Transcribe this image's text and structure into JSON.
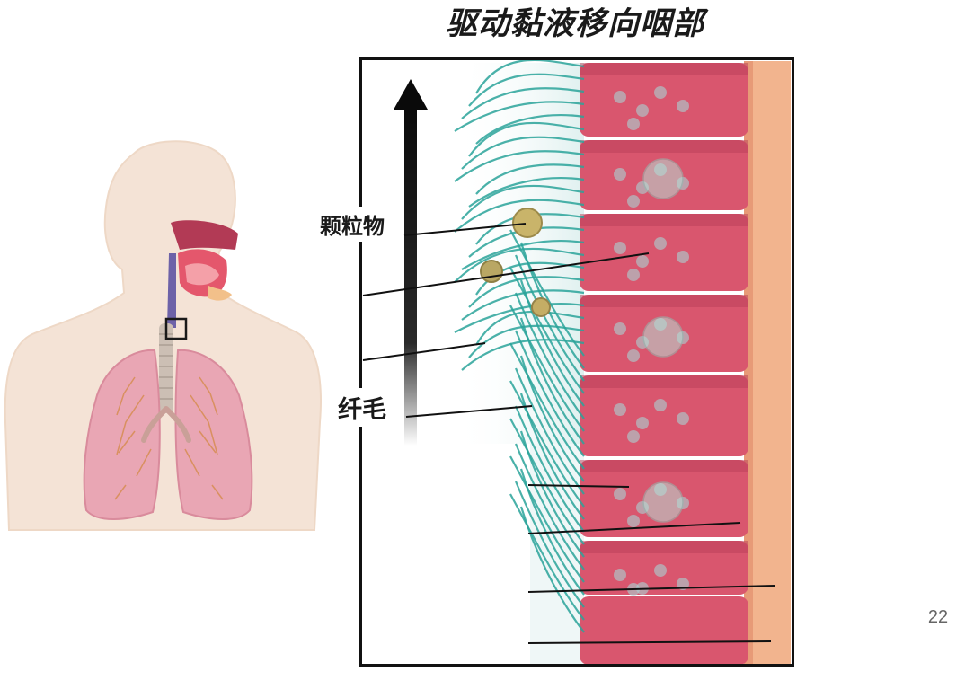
{
  "slide": {
    "title": "驱动黏液移向咽部",
    "page_number": "22"
  },
  "diagram": {
    "labels": {
      "particles": "颗粒物",
      "cilia": "纤毛"
    }
  },
  "colors": {
    "cilia": "#2aa39a",
    "epithelium": "#d9566e",
    "epithelium_dark": "#b93e57",
    "mucus": "#e4f3f2",
    "tissue": "#f2b48e",
    "frame": "#111111",
    "arrow": "#0a0a0a",
    "skin": "#f4e3d6",
    "lung": "#e9a6b4"
  },
  "icons": {
    "direction_arrow": "up-arrow-icon"
  }
}
